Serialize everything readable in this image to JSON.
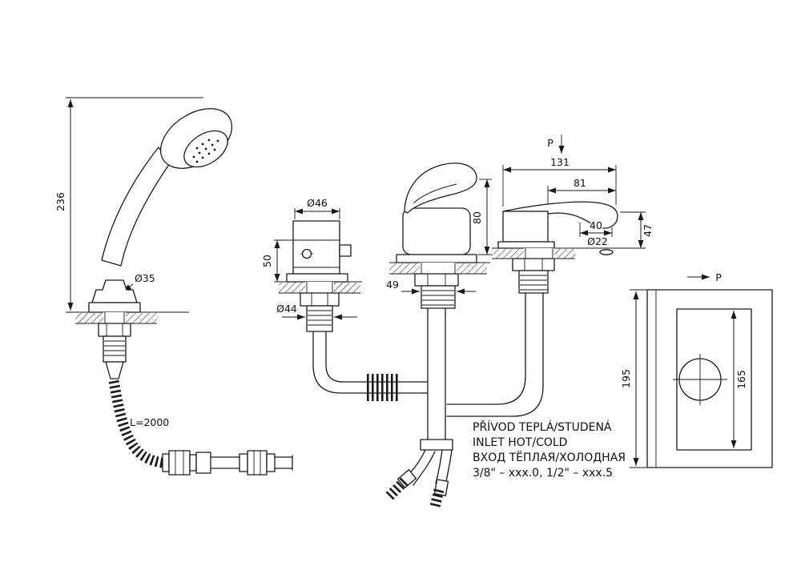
{
  "drawing": {
    "kind": "bath-rim faucet set technical drawing",
    "line_color": "#1a1a1a",
    "background": "#ffffff"
  },
  "dims": {
    "shower_height": "236",
    "shower_flange_dia": "Ø35",
    "hose_length": "L=2000",
    "diverter_dia": "Ø46",
    "diverter_height": "50",
    "diverter_base_dia": "Ø44",
    "mixer_height": "80",
    "mixer_base": "49",
    "spout_total_length": "131",
    "spout_reach": "81",
    "spout_tip_width": "40",
    "spout_outlet_dia": "Ø22",
    "spout_height": "47",
    "plan_depth": "195",
    "plan_cutout": "165"
  },
  "labels": {
    "pressure_side": "P",
    "pressure_plan": "P"
  },
  "notes": {
    "line1": "PŘÍVOD TEPLÁ/STUDENÁ",
    "line2": "INLET HOT/COLD",
    "line3": "ВХОД ТЁПЛАЯ/ХОЛОДНАЯ",
    "line4": "3/8\" – xxx.0, 1/2\" – xxx.5"
  }
}
